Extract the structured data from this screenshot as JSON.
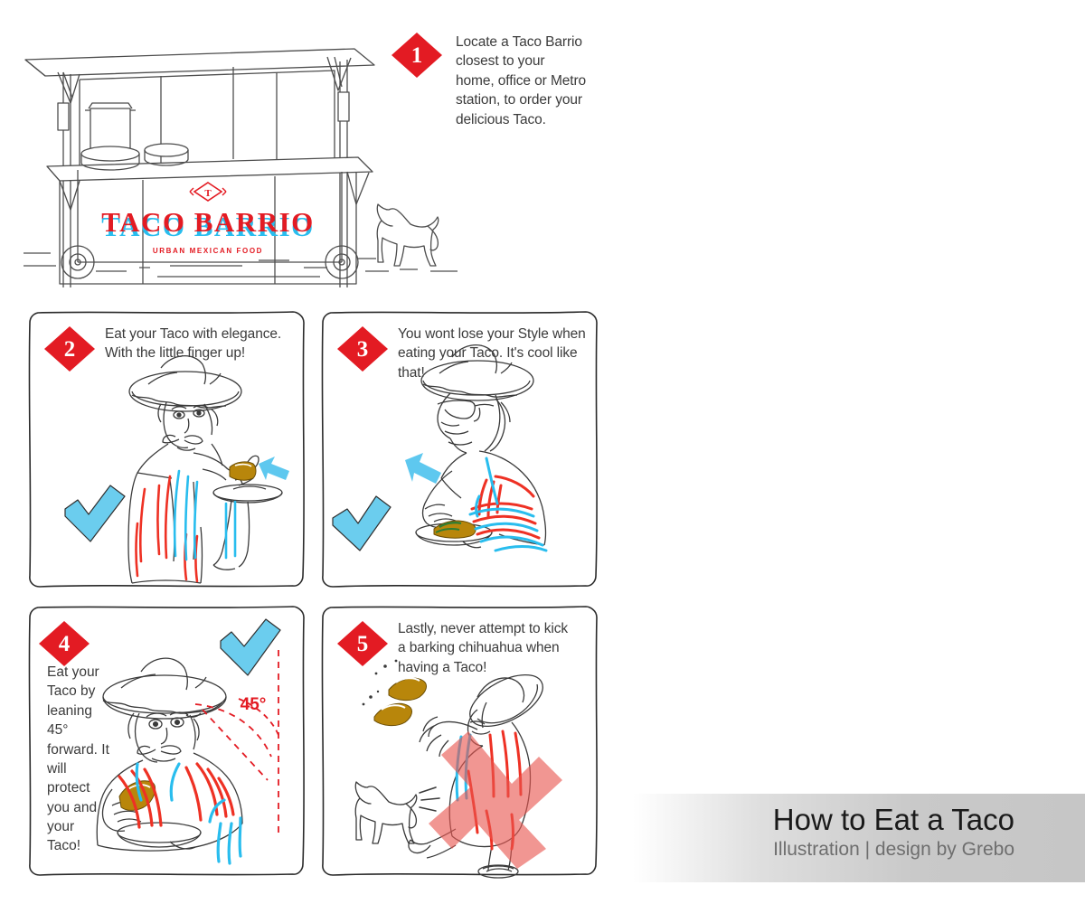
{
  "poster": {
    "title": "How to Eat a Taco",
    "subtitle": "Illustration | design by Grebo"
  },
  "colors": {
    "red": "#e31b23",
    "cyan": "#63cdf0",
    "ink": "#3b3b3b",
    "line": "#4d4d4d",
    "taco": "#b8860b",
    "banner_gray": "#c9c9c9"
  },
  "brand": {
    "name": "TACO BARRIO",
    "tagline": "URBAN MEXICAN FOOD",
    "badge_letter": "T"
  },
  "steps": [
    {
      "number": "1",
      "text": "Locate a Taco Barrio closest to your home, office or Metro station, to order your delicious Taco."
    },
    {
      "number": "2",
      "text": "Eat your Taco with elegance. With the little finger up!"
    },
    {
      "number": "3",
      "text": "You wont lose your Style when eating your Taco. It's cool like that!"
    },
    {
      "number": "4",
      "text": "Eat your Taco by leaning 45° forward. It will protect you and your Taco!"
    },
    {
      "number": "5",
      "text": "Lastly, never attempt to kick a barking chihuahua when having a Taco!"
    }
  ],
  "annotations": {
    "angle_label": "45°"
  }
}
